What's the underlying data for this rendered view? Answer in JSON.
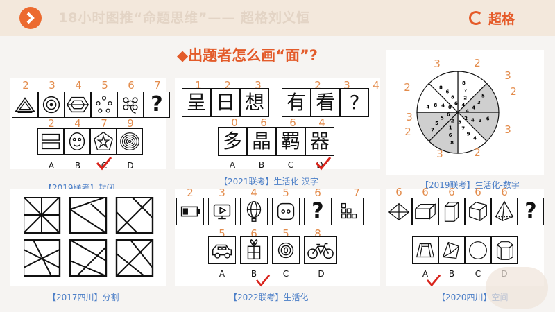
{
  "header": {
    "title": "18小时图推“命题思维”—— 超格刘义恒",
    "brand": "超格",
    "colors": {
      "accent": "#e55a28",
      "caption": "#4b7ec7",
      "number": "#e38c4c",
      "check": "#d9241c"
    }
  },
  "question": "◆出题者怎么画“面”?",
  "options_abcd": [
    "A",
    "B",
    "C",
    "D"
  ],
  "panel1": {
    "caption": "【2019联考】封闭",
    "top_numbers": [
      "2",
      "3",
      "4",
      "5",
      "6",
      "7"
    ],
    "bottom_numbers": [
      "2",
      "4",
      "7",
      "9"
    ],
    "question_mark": "?",
    "answer": "C"
  },
  "panel2": {
    "caption": "【2021联考】生活化-汉字",
    "top_numbers": [
      "1",
      "2",
      "3",
      "2",
      "3",
      "4"
    ],
    "top_chars": [
      "呈",
      "日",
      "想",
      "有",
      "看",
      "?"
    ],
    "bottom_numbers": [
      "0",
      "6",
      "6",
      "4"
    ],
    "bottom_chars": [
      "多",
      "晶",
      "羁",
      "器"
    ],
    "answer": "D"
  },
  "panel3": {
    "caption": "【2019联考】生活化-数字",
    "outer_numbers": [
      "3",
      "2",
      "3",
      "2",
      "3",
      "2",
      "3",
      "2",
      "2",
      "3"
    ],
    "wheel_numbers": [
      "8",
      "?",
      "2",
      "4",
      "5",
      "3",
      "4",
      "4",
      "6",
      "3",
      "4",
      "2",
      "4",
      "9",
      "7",
      "3",
      "8",
      "6",
      "1",
      "2",
      "7",
      "5",
      "5",
      "6",
      "4",
      "8",
      "4",
      "0",
      "8",
      "6",
      "8",
      "6"
    ]
  },
  "panel4": {
    "caption": "【2017四川】分割"
  },
  "panel5": {
    "caption": "【2022联考】生活化",
    "top_numbers": [
      "2",
      "3",
      "4",
      "5",
      "6",
      "7"
    ],
    "bottom_numbers": [
      "5",
      "6",
      "5",
      "8"
    ],
    "question_mark": "?",
    "answer": "B"
  },
  "panel6": {
    "caption": "【2020四川】空间",
    "top_numbers": [
      "6",
      "6",
      "6",
      "6",
      "6"
    ],
    "question_mark": "?",
    "answer": "A"
  },
  "icons": [
    "triangle-nested-icon",
    "concentric-circle-icon",
    "hexagon-icon",
    "dots-icon",
    "flower-icon",
    "rectangles-icon",
    "smiley-icon",
    "pentagon-star-icon",
    "spiral-icon",
    "battery-icon",
    "play-screen-icon",
    "balloon-icon",
    "socket-icon",
    "blocks-icon",
    "car-icon",
    "gift-icon",
    "coin-icon",
    "bicycle-icon",
    "pyramid-icon",
    "cuboid-icon",
    "prism-icon",
    "solid-icon",
    "sphere-icon",
    "check-icon"
  ]
}
